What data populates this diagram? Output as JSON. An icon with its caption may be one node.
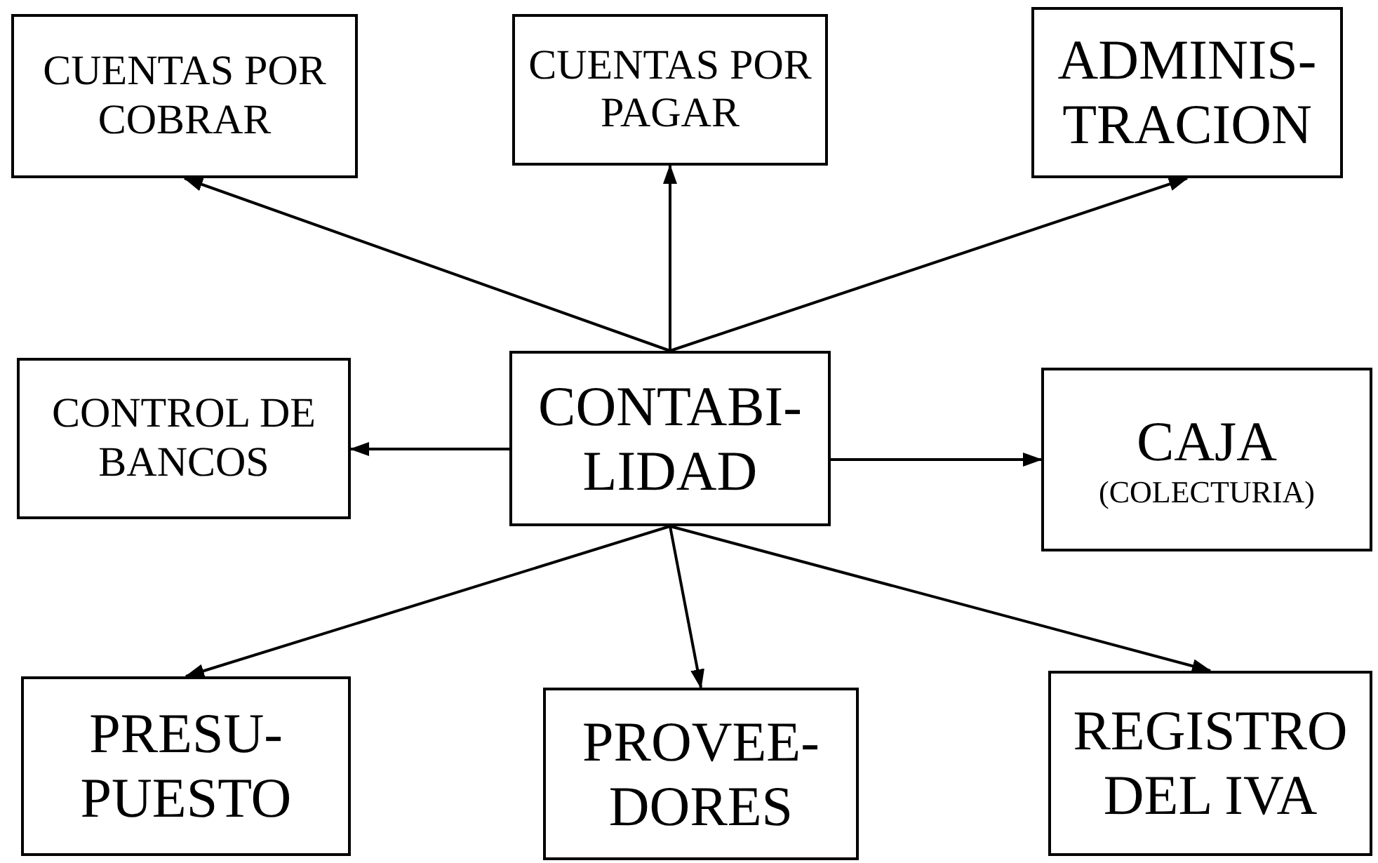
{
  "diagram": {
    "nodes": [
      {
        "text": [
          "CUENTAS POR COBRAR"
        ]
      },
      {
        "text": [
          "CUENTAS POR PAGAR"
        ]
      },
      {
        "text": [
          "ADMINIS- TRACION"
        ]
      },
      {
        "text": [
          "CONTROL DE BANCOS"
        ]
      },
      {
        "text": [
          "CONTABI- LIDAD"
        ]
      },
      {
        "text": [
          "CAJA",
          "(COLECTURIA)"
        ]
      },
      {
        "text": [
          "PRESU- PUESTO"
        ]
      },
      {
        "text": [
          "PROVEE- DORES"
        ]
      },
      {
        "text": [
          "REGISTRO DEL IVA"
        ]
      }
    ],
    "edges": [
      {
        "from": 4,
        "to": 0,
        "arrow": "to"
      },
      {
        "from": 4,
        "to": 1,
        "arrow": "to"
      },
      {
        "from": 4,
        "to": 2,
        "arrow": "to"
      },
      {
        "from": 4,
        "to": 3,
        "arrow": "to"
      },
      {
        "from": 4,
        "to": 5,
        "arrow": "to"
      },
      {
        "from": 4,
        "to": 6,
        "arrow": "to"
      },
      {
        "from": 4,
        "to": 7,
        "arrow": "to"
      },
      {
        "from": 4,
        "to": 8,
        "arrow": "to"
      }
    ]
  }
}
